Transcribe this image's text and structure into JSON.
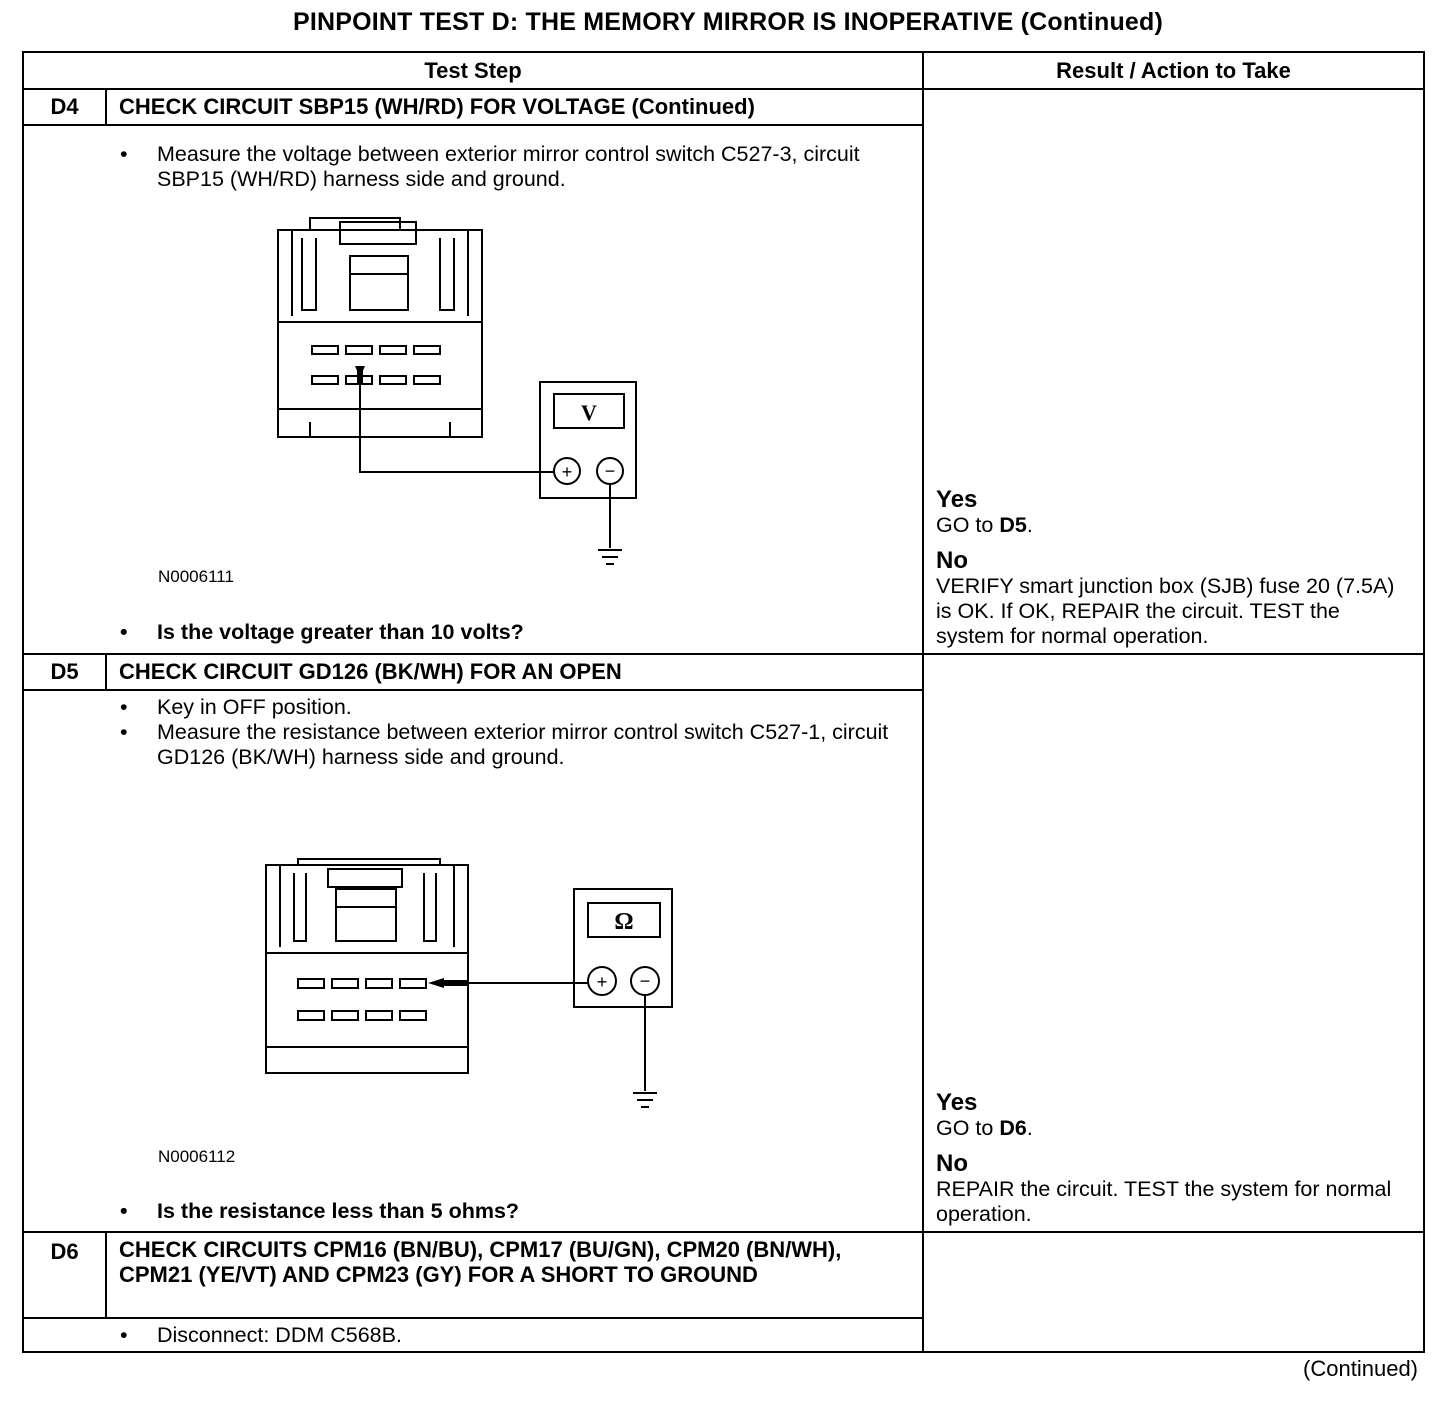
{
  "page_title": "PINPOINT TEST D: THE MEMORY MIRROR IS INOPERATIVE (Continued)",
  "headers": {
    "step": "Test Step",
    "result": "Result / Action to Take"
  },
  "steps": [
    {
      "id": "D4",
      "title": "CHECK CIRCUIT SBP15 (WH/RD) FOR VOLTAGE (Continued)",
      "bullets": [
        "Measure the voltage between exterior mirror control switch C527-3, circuit SBP15 (WH/RD) harness side and ground."
      ],
      "figure": {
        "label": "N0006111",
        "meter_symbol": "V",
        "plus": "+",
        "minus": "−"
      },
      "question": "Is the voltage greater than 10 volts?",
      "result": {
        "yes_label": "Yes",
        "yes_pre": "GO to ",
        "yes_target": "D5",
        "yes_post": ".",
        "no_label": "No",
        "no_text": "VERIFY smart junction box (SJB) fuse 20 (7.5A) is OK. If OK, REPAIR the circuit. TEST the system for normal operation."
      }
    },
    {
      "id": "D5",
      "title": "CHECK CIRCUIT GD126 (BK/WH) FOR AN OPEN",
      "bullets": [
        "Key in OFF position.",
        "Measure the resistance between exterior mirror control switch C527-1, circuit GD126 (BK/WH) harness side and ground."
      ],
      "figure": {
        "label": "N0006112",
        "meter_symbol": "Ω",
        "plus": "+",
        "minus": "−"
      },
      "question": "Is the resistance less than 5 ohms?",
      "result": {
        "yes_label": "Yes",
        "yes_pre": "GO to ",
        "yes_target": "D6",
        "yes_post": ".",
        "no_label": "No",
        "no_text": "REPAIR the circuit. TEST the system for normal operation."
      }
    },
    {
      "id": "D6",
      "title": "CHECK CIRCUITS CPM16 (BN/BU), CPM17 (BU/GN), CPM20 (BN/WH), CPM21 (YE/VT) AND CPM23 (GY) FOR A SHORT TO GROUND",
      "bullets": [
        "Disconnect: DDM C568B."
      ]
    }
  ],
  "bullet_glyph": "•",
  "footer": "(Continued)"
}
